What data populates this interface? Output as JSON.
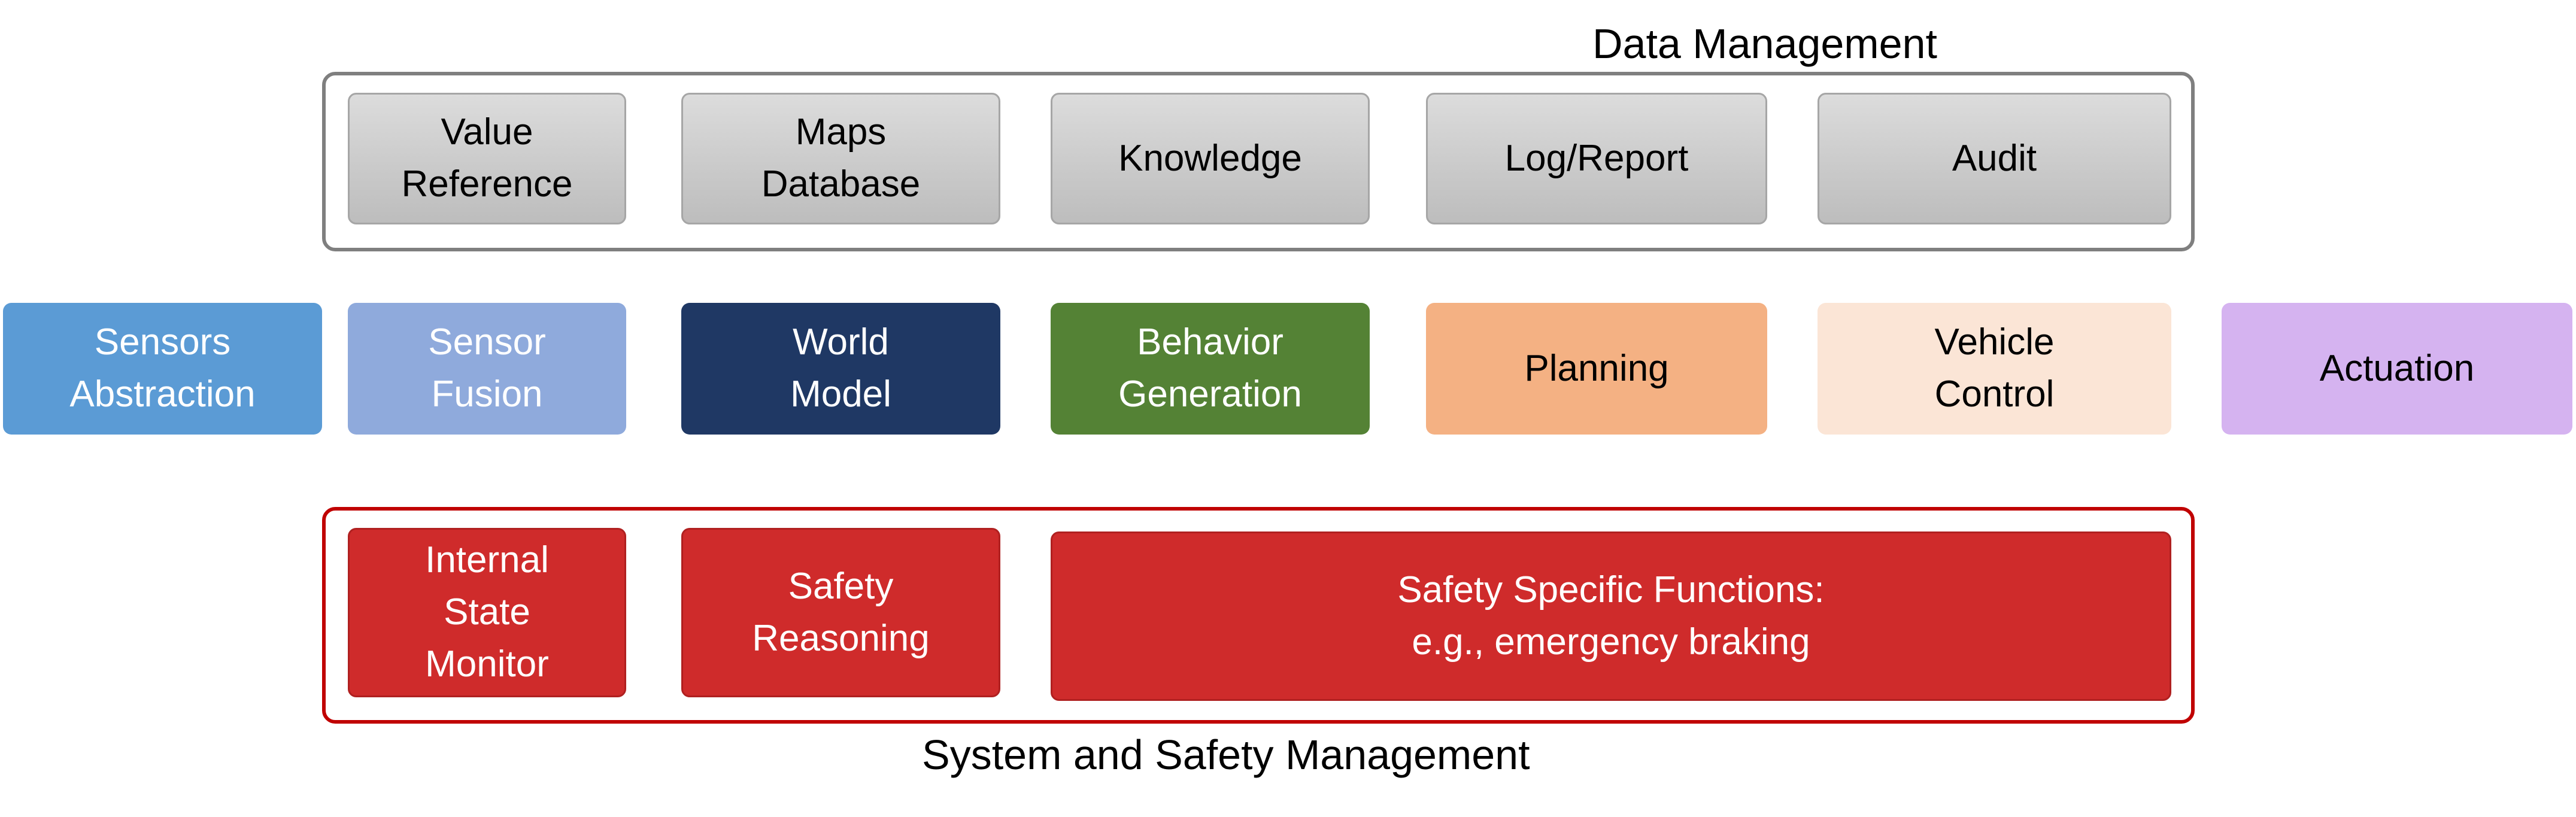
{
  "data_management": {
    "title": "Data Management",
    "items": [
      {
        "label": "Value\nReference"
      },
      {
        "label": "Maps\nDatabase"
      },
      {
        "label": "Knowledge"
      },
      {
        "label": "Log/Report"
      },
      {
        "label": "Audit"
      }
    ]
  },
  "pipeline": {
    "items": [
      {
        "label": "Sensors\nAbstraction",
        "color": "#5b9bd5",
        "text_color": "#ffffff"
      },
      {
        "label": "Sensor\nFusion",
        "color": "#8faadc",
        "text_color": "#ffffff"
      },
      {
        "label": "World\nModel",
        "color": "#1f3864",
        "text_color": "#ffffff"
      },
      {
        "label": "Behavior\nGeneration",
        "color": "#548235",
        "text_color": "#ffffff"
      },
      {
        "label": "Planning",
        "color": "#f4b183",
        "text_color": "#000000"
      },
      {
        "label": "Vehicle\nControl",
        "color": "#fbe5d6",
        "text_color": "#000000"
      },
      {
        "label": "Actuation",
        "color": "#d5b3f0",
        "text_color": "#000000"
      }
    ]
  },
  "safety_management": {
    "title": "System and Safety Management",
    "items": [
      {
        "label": "Internal\nState\nMonitor"
      },
      {
        "label": "Safety\nReasoning"
      },
      {
        "label": "Safety Specific Functions:\ne.g., emergency braking"
      }
    ],
    "frame_color": "#c00000",
    "box_color": "#cf2b2b"
  }
}
